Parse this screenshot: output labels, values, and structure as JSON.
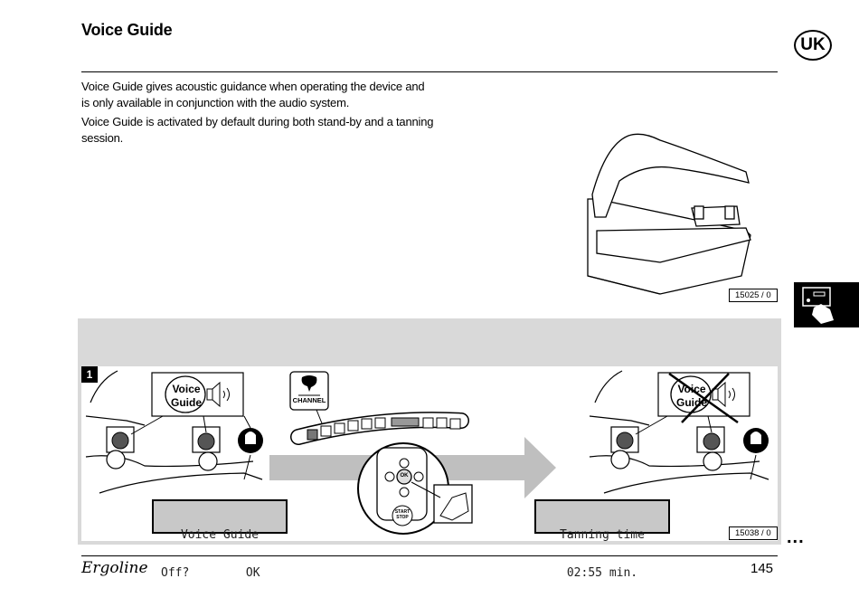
{
  "page": {
    "title": "Voice Guide",
    "language_badge": "UK",
    "paragraphs": [
      "Voice Guide gives acoustic guidance when operating the device and is only available in conjunction with the audio system.",
      "Voice Guide is activated by default during both stand-by and a tanning session."
    ],
    "figure_top_label": "15025 / 0",
    "figure_bottom_label": "15038 / 0",
    "step_number": "1",
    "voice_guide_bubble": {
      "line1": "Voice",
      "line2": "Guide"
    },
    "channel_label": "CHANNEL",
    "ok_label": "OK",
    "start_stop": {
      "line1": "START",
      "line2": "STOP"
    },
    "lcd_left": {
      "line1": "Voice Guide",
      "line2": "Off?        OK"
    },
    "lcd_right": {
      "line1": "Tanning time",
      "line2": "02:55 min."
    },
    "continued_marker": "...",
    "brand": "Ergoline",
    "page_number": "145"
  }
}
